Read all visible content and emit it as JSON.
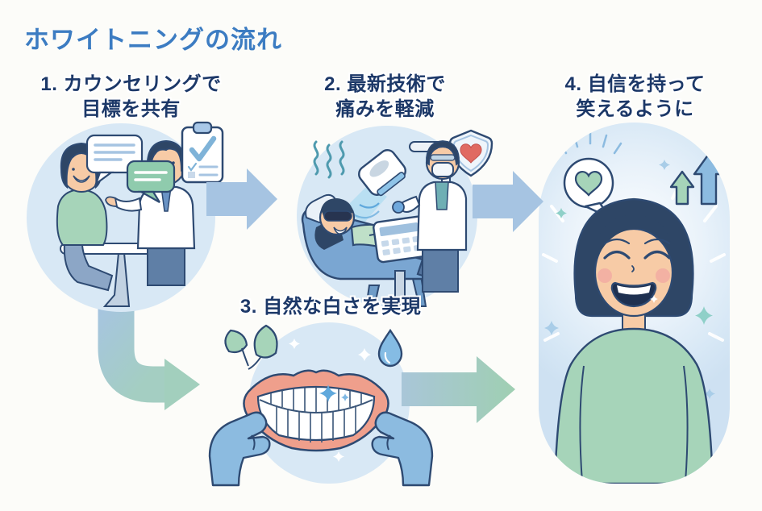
{
  "page": {
    "title": "ホワイトニングの流れ",
    "background_color": "#FCFCF9",
    "title_color": "#3C7CC2",
    "heading_color": "#1C3868"
  },
  "steps": [
    {
      "id": "step1",
      "lines": [
        "1. カウンセリングで",
        "目標を共有"
      ]
    },
    {
      "id": "step2",
      "lines": [
        "2. 最新技術で",
        "痛みを軽減"
      ]
    },
    {
      "id": "step3",
      "lines": [
        "3. 自然な白さを実現"
      ]
    },
    {
      "id": "step4",
      "lines": [
        "4. 自信を持って",
        "笑えるように"
      ]
    }
  ],
  "icons": {
    "step1": [
      "speech-bubble-icon",
      "clipboard-checklist-icon"
    ],
    "step2": [
      "steam-lines-icon",
      "whitening-lamp-icon",
      "shield-heart-icon"
    ],
    "step3": [
      "leaf-icon",
      "water-drop-icon",
      "sparkle-icon"
    ],
    "step4": [
      "heart-speech-bubble-icon",
      "up-arrows-icon",
      "sparkle-icon"
    ]
  },
  "colors": {
    "circle_blue": "#D8E8F5",
    "outline_navy": "#2E4A72",
    "arrow_blue": "#A6C4E2",
    "arrow_green": "#A0CFB5",
    "accent_green": "#A6D4B9",
    "glove_blue": "#8CBBE0",
    "lips_coral": "#EF9F8C",
    "skin": "#F7CBA6",
    "hair_navy": "#2E4666",
    "heart_red": "#E06A62"
  }
}
